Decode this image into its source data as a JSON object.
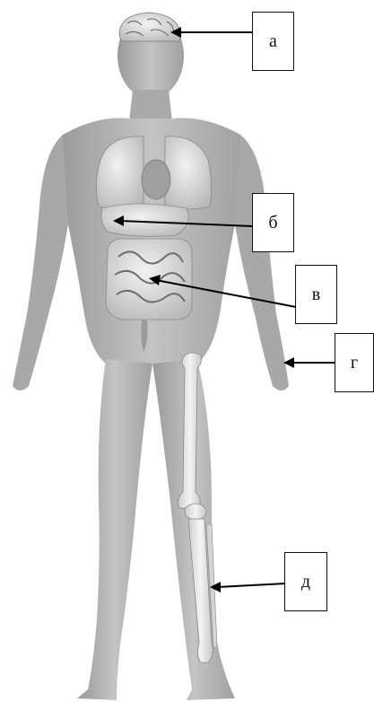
{
  "labels": [
    {
      "id": "a",
      "text": "а",
      "target": "brain"
    },
    {
      "id": "b",
      "text": "б",
      "target": "liver"
    },
    {
      "id": "v",
      "text": "в",
      "target": "small-intestine"
    },
    {
      "id": "g",
      "text": "г",
      "target": "skin"
    },
    {
      "id": "d",
      "text": "д",
      "target": "leg-bone"
    }
  ]
}
